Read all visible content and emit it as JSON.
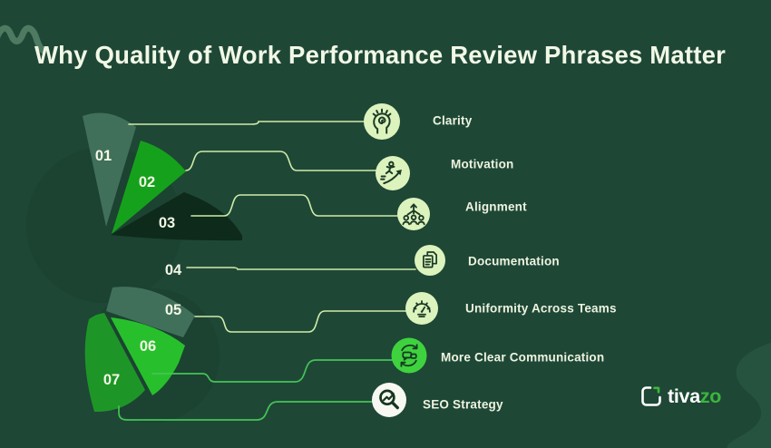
{
  "title": "Why Quality of Work Performance Review Phrases Matter",
  "items": [
    {
      "number": "01",
      "label": "Clarity",
      "icon": "idea-head-icon"
    },
    {
      "number": "02",
      "label": "Motivation",
      "icon": "growth-person-icon"
    },
    {
      "number": "03",
      "label": "Alignment",
      "icon": "team-direction-icon"
    },
    {
      "number": "04",
      "label": "Documentation",
      "icon": "documents-icon"
    },
    {
      "number": "05",
      "label": "Uniformity Across Teams",
      "icon": "gauge-icon"
    },
    {
      "number": "06",
      "label": "More Clear Communication",
      "icon": "chat-sync-icon"
    },
    {
      "number": "07",
      "label": "SEO Strategy",
      "icon": "seo-magnifier-icon"
    }
  ],
  "logo": {
    "brand_white": "tiva",
    "brand_green": "zo"
  },
  "colors": {
    "background": "#1e4736",
    "title_text": "#f2f8e6",
    "label_text": "#edf3df",
    "wedge_sage": "#41705a",
    "wedge_bright_green": "#16a11c",
    "wedge_dark_green": "#0d2a1b",
    "wedge_light_green": "#27c02c",
    "wedge_mid_green": "#1e9627",
    "connector_pale": "#cfeca8",
    "connector_green": "#44c455",
    "icon_circle_pale": "#ddf3bd",
    "icon_circle_green": "#3fd23f",
    "icon_circle_white": "#f7f8f1",
    "icon_stroke": "#1b3a27",
    "logo_green": "#3cb63c"
  }
}
